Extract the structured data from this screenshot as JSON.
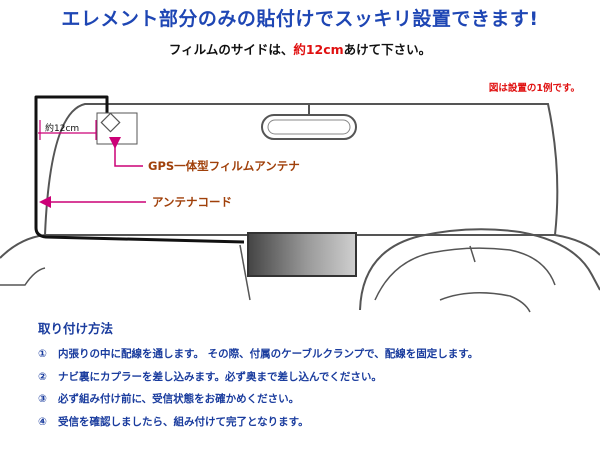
{
  "headline": "エレメント部分のみの貼付けでスッキリ設置できます!",
  "subheading": {
    "prefix": "フィルムのサイドは、",
    "highlight": "約12cm",
    "suffix": "あけて下さい。"
  },
  "example_note": "図は設置の1例です。",
  "diagram": {
    "distance_label": "約12cm",
    "gps_antenna_label": "GPS一体型フィルムアンテナ",
    "antenna_cord_label": "アンテナコード"
  },
  "colors": {
    "headline": "#1e46b4",
    "instructions": "#1a3c9e",
    "highlight": "#e01010",
    "callout": "#a0400a",
    "arrow": "#cc0077"
  },
  "instructions": {
    "title": "取り付け方法",
    "steps": [
      {
        "num": "①",
        "text": "内張りの中に配線を通します。 その際、付属のケーブルクランプで、配線を固定します。"
      },
      {
        "num": "②",
        "text": "ナビ裏にカプラーを差し込みます。必ず奥まで差し込んでください。"
      },
      {
        "num": "③",
        "text": "必ず組み付け前に、受信状態をお確かめください。"
      },
      {
        "num": "④",
        "text": "受信を確認しましたら、組み付けて完了となります。"
      }
    ]
  }
}
